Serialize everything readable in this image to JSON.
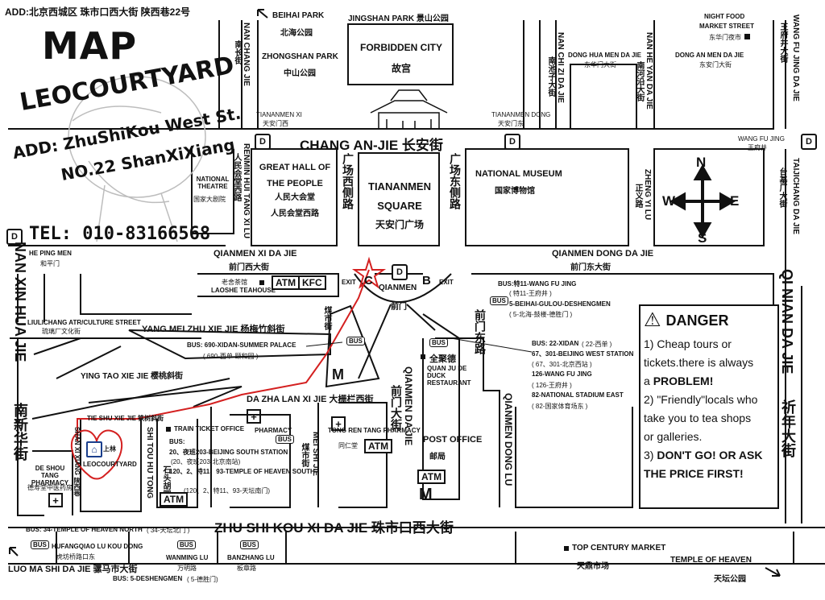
{
  "header": {
    "address_cn": "ADD:北京西城区  珠市口西大街  陕西巷22号"
  },
  "brand": {
    "map_title": "MAP",
    "name": "LEOCOURTYARD",
    "address_line1": "ADD: ZhuShiKou West St.",
    "address_line2": "NO.22 ShanXiXiang",
    "tel": "TEL: 010-83166568"
  },
  "north": {
    "beihai_park": "BEIHAI PARK",
    "beihai_cn": "北海公园",
    "jingshan_park": "JINGSHAN PARK 景山公园",
    "zhongshan_park": "ZHONGSHAN PARK",
    "zhongshan_cn": "中山公园",
    "forbidden_city": "FORBIDDEN CITY",
    "forbidden_city_cn": "故宫",
    "tiananmen_xi": "TIANANMEN XI",
    "tiananmen_xi_cn": "天安门西",
    "tiananmen_dong": "TIANANMEN DONG",
    "tiananmen_dong_cn": "天安门东",
    "nan_chang_jie": "NAN CHANG JIE",
    "nan_chang_jie_cn": "南长街",
    "nan_chi_zi_da_jie": "NAN CHI ZI DA JIE",
    "nan_chi_zi_cn": "南池子大街",
    "dong_hua_men_da_jie": "DONG HUA MEN DA JIE",
    "dong_hua_men_cn": "东华门大街",
    "nan_he_yan_da_jie": "NAN HE YAN DA JIE",
    "nan_he_yan_cn": "南河沿大街",
    "dong_an_men_da_jie": "DONG AN MEN DA JIE",
    "dong_an_men_cn": "东安门大街",
    "night_food": "NIGHT FOOD",
    "market_street": "MARKET STREET",
    "night_food_cn": "东华门夜市",
    "wang_fu_jing_da_jie": "WANG FU JING DA JIE",
    "wang_fu_jing_da_jie_cn": "王府井大街",
    "wang_fu_jing": "WANG FU JING",
    "wang_fu_jing_cn": "王府井"
  },
  "changan": {
    "street": "CHANG AN-JIE 长安街",
    "national_theatre": "NATIONAL THEATRE",
    "national_theatre_cn": "国家大剧院",
    "renmin_hui_tang": "RENMIN HUI TANG XI LU",
    "renmin_hui_tang_cn": "人民会堂西路",
    "great_hall": "GREAT HALL OF THE PEOPLE",
    "great_hall_cn": "人民大会堂",
    "great_hall_road_cn": "人民会堂西路",
    "square_west_cn": "广场西侧路",
    "tiananmen_square": "TIANANMEN SQUARE",
    "tiananmen_square_cn": "天安门广场",
    "square_east_cn": "广场东侧路",
    "national_museum": "NATIONAL MUSEUM",
    "national_museum_cn": "国家博物馆",
    "zheng_yi_lu": "ZHENG YI LU",
    "zheng_yi_lu_cn": "正义路",
    "taijichang": "TAIJICHANG DA JIE",
    "taijichang_cn": "台基厂大街",
    "compass": {
      "n": "N",
      "s": "S",
      "e": "E",
      "w": "W"
    }
  },
  "qianmen": {
    "he_ping_men": "HE PING MEN",
    "he_ping_men_cn": "和平门",
    "xi_da_jie": "QIANMEN XI DA JIE",
    "xi_da_jie_cn": "前门西大街",
    "dong_da_jie": "QIANMEN DONG DA JIE",
    "dong_da_jie_cn": "前门东大街",
    "laoshe_cn": "老舍茶馆",
    "laoshe": "LAOSHE TEAHOUSE",
    "atm": "ATM",
    "kfc": "KFC",
    "exit_c": "EXIT",
    "c": "C",
    "b": "B",
    "exit_b": "EXIT",
    "qianmen": "QIANMEN",
    "qianmen_cn": "前门",
    "m": "M"
  },
  "left": {
    "nan_xin_hua_jie": "NAN XIN HUA JIE",
    "nan_xin_hua_jie_cn": "南新华街",
    "liulichang": "LIULICHANG ATR/CULTURE STREET",
    "liulichang_cn": "琉璃厂文化街",
    "yang_mei_zhu": "YANG MEI ZHU XIE JIE 杨梅竹斜街",
    "ying_tao": "YING TAO XIE JIE 樱桃斜街",
    "tie_shu": "TIE SHU XIE JIE 铁树斜街",
    "bus_690": "BUS: 690-XIDAN-SUMMER PALACE",
    "bus_690_cn": "( 690-西单-颐和园 )",
    "meishi_cn": "煤市街",
    "dazhalan": "DA ZHA LAN XI JIE 大栅栏西街",
    "deshoutang": "DE SHOU TANG PHARMACY",
    "deshoutang_cn": "德寿堂中医药房",
    "leocourtyard": "LEOCOURTYARD",
    "shanglin_cn": "上林",
    "shaanxi_xiang": "SHAN XI XIANG 陕西巷",
    "shitou_hutong": "SHI TOU HU TONG",
    "shitou_cn": "石头胡同",
    "train_ticket": "TRAIN TICKET OFFICE",
    "pharmacy": "PHARMACY",
    "bus_label": "BUS:",
    "bus_20": "20、夜班203-BEIJING SOUTH STATION",
    "bus_20_cn": "(20、夜班203-北京南站)",
    "bus_120": "120、2、特11、93-TEMPLE OF HEAVEN SOUTH",
    "bus_120_cn": "(120、2、特11、93-天坛南门)",
    "mei_shi_jie": "MEI SHI JIE",
    "mei_shi_jie_cn": "煤市街",
    "tongrentang": "TONG REN TANG PHARMACY",
    "tongrentang_cn": "同仁堂",
    "quanjude_cn": "全聚德",
    "quanjude": "QUAN JU DE DUCK RESTAURANT",
    "qianmen_da_jie": "QIANMEN DA JIE",
    "qianmen_da_jie_cn": "前门大街",
    "post_office": "POST OFFICE",
    "post_office_cn": "邮局"
  },
  "right": {
    "bus_te11": "BUS:特11-WANG FU JING",
    "bus_te11_cn": "( 特11-王府井 )",
    "bus_5": "5-BEIHAI-GULOU-DESHENGMEN",
    "bus_5_cn": "( 5-北海-鼓楼-德胜门 )",
    "bus_22": "BUS: 22-XIDAN",
    "bus_22_cn": "( 22-西单 )",
    "bus_67": "67、301-BEIJING WEST STATION",
    "bus_67_cn": "( 67、301-北京西站 )",
    "bus_126": "126-WANG FU JING",
    "bus_126_cn": "( 126-王府井 )",
    "bus_82": "82-NATIONAL STADIUM EAST",
    "bus_82_cn": "( 82-国家体育场东 )",
    "qianmen_dong_lu": "QIANMEN DONG LU",
    "qianmen_dong_lu_cn": "前门东路",
    "qi_nian_da_jie": "QI NIAN DA JIE",
    "qi_nian_da_jie_cn": "祈年大街"
  },
  "danger": {
    "title": "DANGER",
    "item1a": "1) Cheap tours or",
    "item1b": "tickets.there is always",
    "item1c": "a ",
    "item1d": "PROBLEM!",
    "item2a": "2) \"Friendly\"locals who",
    "item2b": "take you to tea shops",
    "item2c": "or galleries.",
    "item3a": "3) ",
    "item3b": "DON'T GO! OR ASK",
    "item3c": "THE PRICE FIRST!"
  },
  "bottom": {
    "zhushikou": "ZHU SHI KOU XI DA JIE 珠市口西大街",
    "bus_34": "BUS: 34-TEMPLE OF HEAVEN NORTH",
    "bus_34_cn": "( 34-天坛北门 )",
    "hufang": "HUFANGQIAO LU KOU DONG",
    "hufang_cn": "虎坊桥路口东",
    "luoma": "LUO MA SHI DA JIE 骡马市大街",
    "bus_deshengmen": "BUS: 5-DESHENGMEN",
    "bus_deshengmen_cn": "( 5-德胜门)",
    "wanming": "WANMING LU",
    "wanming_cn": "万明路",
    "banzhang": "BANZHANG LU",
    "banzhang_cn": "板章路",
    "top_century": "TOP CENTURY MARKET",
    "top_century_cn": "天鼎市场",
    "temple_heaven": "TEMPLE OF HEAVEN",
    "temple_heaven_cn": "天坛公园"
  },
  "icons": [
    "metro-icon",
    "bus-stop-icon",
    "atm-icon",
    "pharmacy-cross-icon",
    "danger-triangle-icon",
    "compass-icon",
    "star-icon",
    "heart-icon",
    "arrow-icon",
    "hotel-icon"
  ],
  "colors": {
    "route": "#d42020",
    "ink": "#111111",
    "paper": "#ffffff",
    "hotel": "#1a3e8c"
  }
}
